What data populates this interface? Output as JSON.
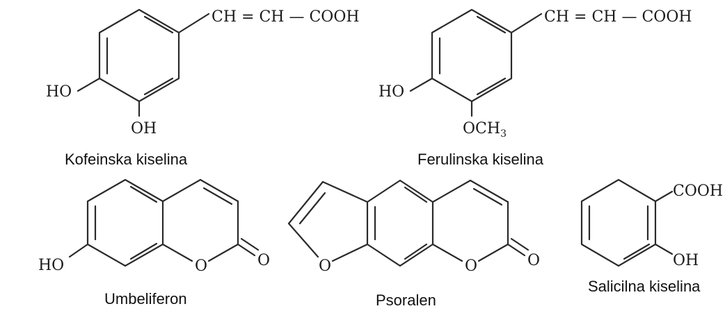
{
  "molecules": {
    "caffeic": {
      "name": "Kofeinska kiselina",
      "side_chain": "CH = CH — COOH",
      "ho": "HO",
      "oh": "OH"
    },
    "ferulic": {
      "name": "Ferulinska kiselina",
      "side_chain": "CH = CH — COOH",
      "ho": "HO",
      "och3": "OCH",
      "och3_sub": "3"
    },
    "umbelliferone": {
      "name": "Umbeliferon",
      "ho": "HO",
      "o_ring": "O",
      "o_carbonyl": "O"
    },
    "psoralen": {
      "name": "Psoralen",
      "o_furan": "O",
      "o_ring": "O",
      "o_carbonyl": "O"
    },
    "salicylic": {
      "name": "Salicilna kiselina",
      "cooh": "COOH",
      "oh": "OH"
    }
  }
}
